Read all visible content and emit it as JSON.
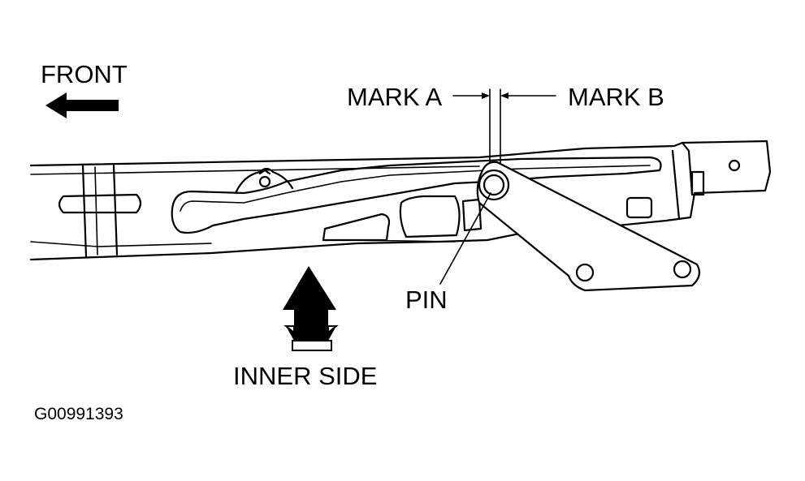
{
  "labels": {
    "front": "FRONT",
    "mark_a": "MARK A",
    "mark_b": "MARK B",
    "pin": "PIN",
    "inner_side": "INNER SIDE",
    "figure_id": "G00991393"
  },
  "colors": {
    "ink": "#000000",
    "paper": "#ffffff"
  }
}
